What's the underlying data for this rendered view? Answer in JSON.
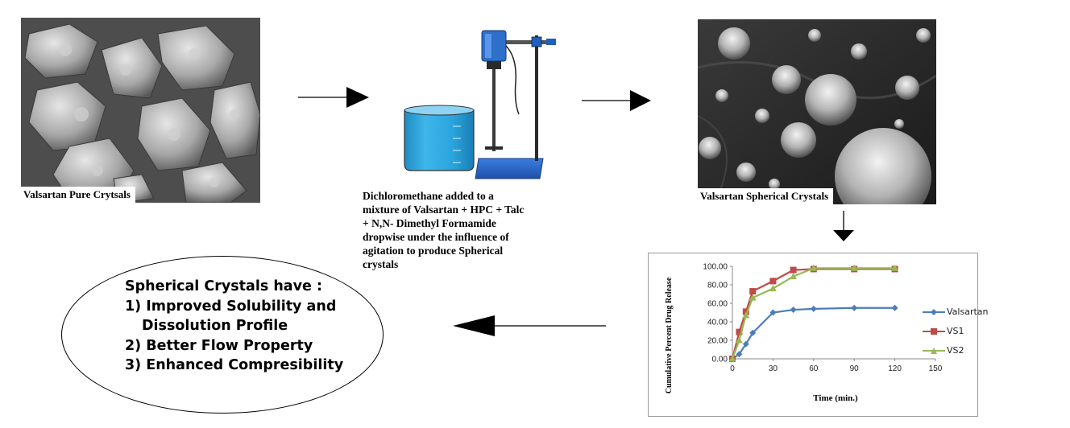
{
  "images": {
    "pure": {
      "caption": "Valsartan Pure Crytsals"
    },
    "spherical": {
      "caption": "Valsartan Spherical Crystals"
    }
  },
  "process": {
    "lines": [
      "Dichloromethane added to a",
      "mixture of  Valsartan + HPC + Talc",
      "+ N,N- Dimethyl Formamide",
      "dropwise under  the influence of",
      "agitation to produce Spherical",
      "crystals"
    ]
  },
  "conclusion": {
    "title": "Spherical Crystals have :",
    "points": [
      "1) Improved Solubility and",
      "Dissolution Profile",
      "2) Better Flow Property",
      "3) Enhanced Compresibility"
    ]
  },
  "colors": {
    "beaker": "#29a3dd",
    "stirrer": "#2e6fc9",
    "valsartan": "#4a7ebb",
    "vs1": "#be4b48",
    "vs2": "#98b954"
  },
  "chart_data": {
    "type": "line",
    "xlabel": "Time (min.)",
    "ylabel": "Cumulative Percent Drug Release",
    "xlim": [
      0,
      150
    ],
    "ylim": [
      0,
      100
    ],
    "x_ticks": [
      "0",
      "30",
      "60",
      "90",
      "120",
      "150"
    ],
    "y_ticks": [
      "0.00",
      "20.00",
      "40.00",
      "60.00",
      "80.00",
      "100.00"
    ],
    "grid": false,
    "legend_position": "right",
    "series": [
      {
        "name": "Valsartan",
        "x": [
          0,
          5,
          10,
          15,
          30,
          45,
          60,
          90,
          120
        ],
        "y": [
          0,
          5,
          16,
          28,
          50,
          53,
          54,
          55,
          55
        ]
      },
      {
        "name": "VS1",
        "x": [
          0,
          5,
          10,
          15,
          30,
          45,
          60,
          90,
          120
        ],
        "y": [
          0,
          29,
          51,
          73,
          84,
          96,
          97,
          97,
          97
        ]
      },
      {
        "name": "VS2",
        "x": [
          0,
          5,
          10,
          15,
          30,
          45,
          60,
          90,
          120
        ],
        "y": [
          0,
          20,
          47,
          66,
          76,
          89,
          98,
          98,
          98
        ]
      }
    ]
  }
}
